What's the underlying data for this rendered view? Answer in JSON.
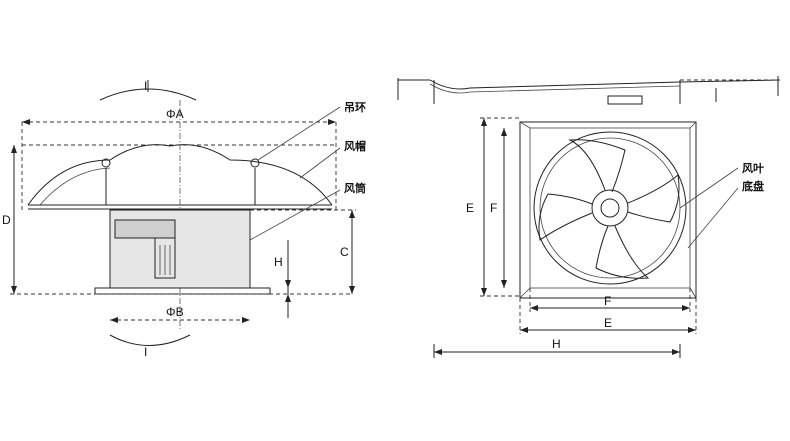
{
  "labels": {
    "phi_a": "ΦA",
    "phi_b": "ΦB",
    "d": "D",
    "c": "C",
    "h_small": "H",
    "section_top": "I",
    "section_bottom": "I",
    "e_left": "E",
    "f_left": "F",
    "f_bottom": "F",
    "e_bottom": "E",
    "h_bottom": "H"
  },
  "callouts": {
    "lifting_ring": "吊环",
    "hood": "风帽",
    "duct": "风筒",
    "blade": "风叶",
    "base_plate": "底盘"
  }
}
